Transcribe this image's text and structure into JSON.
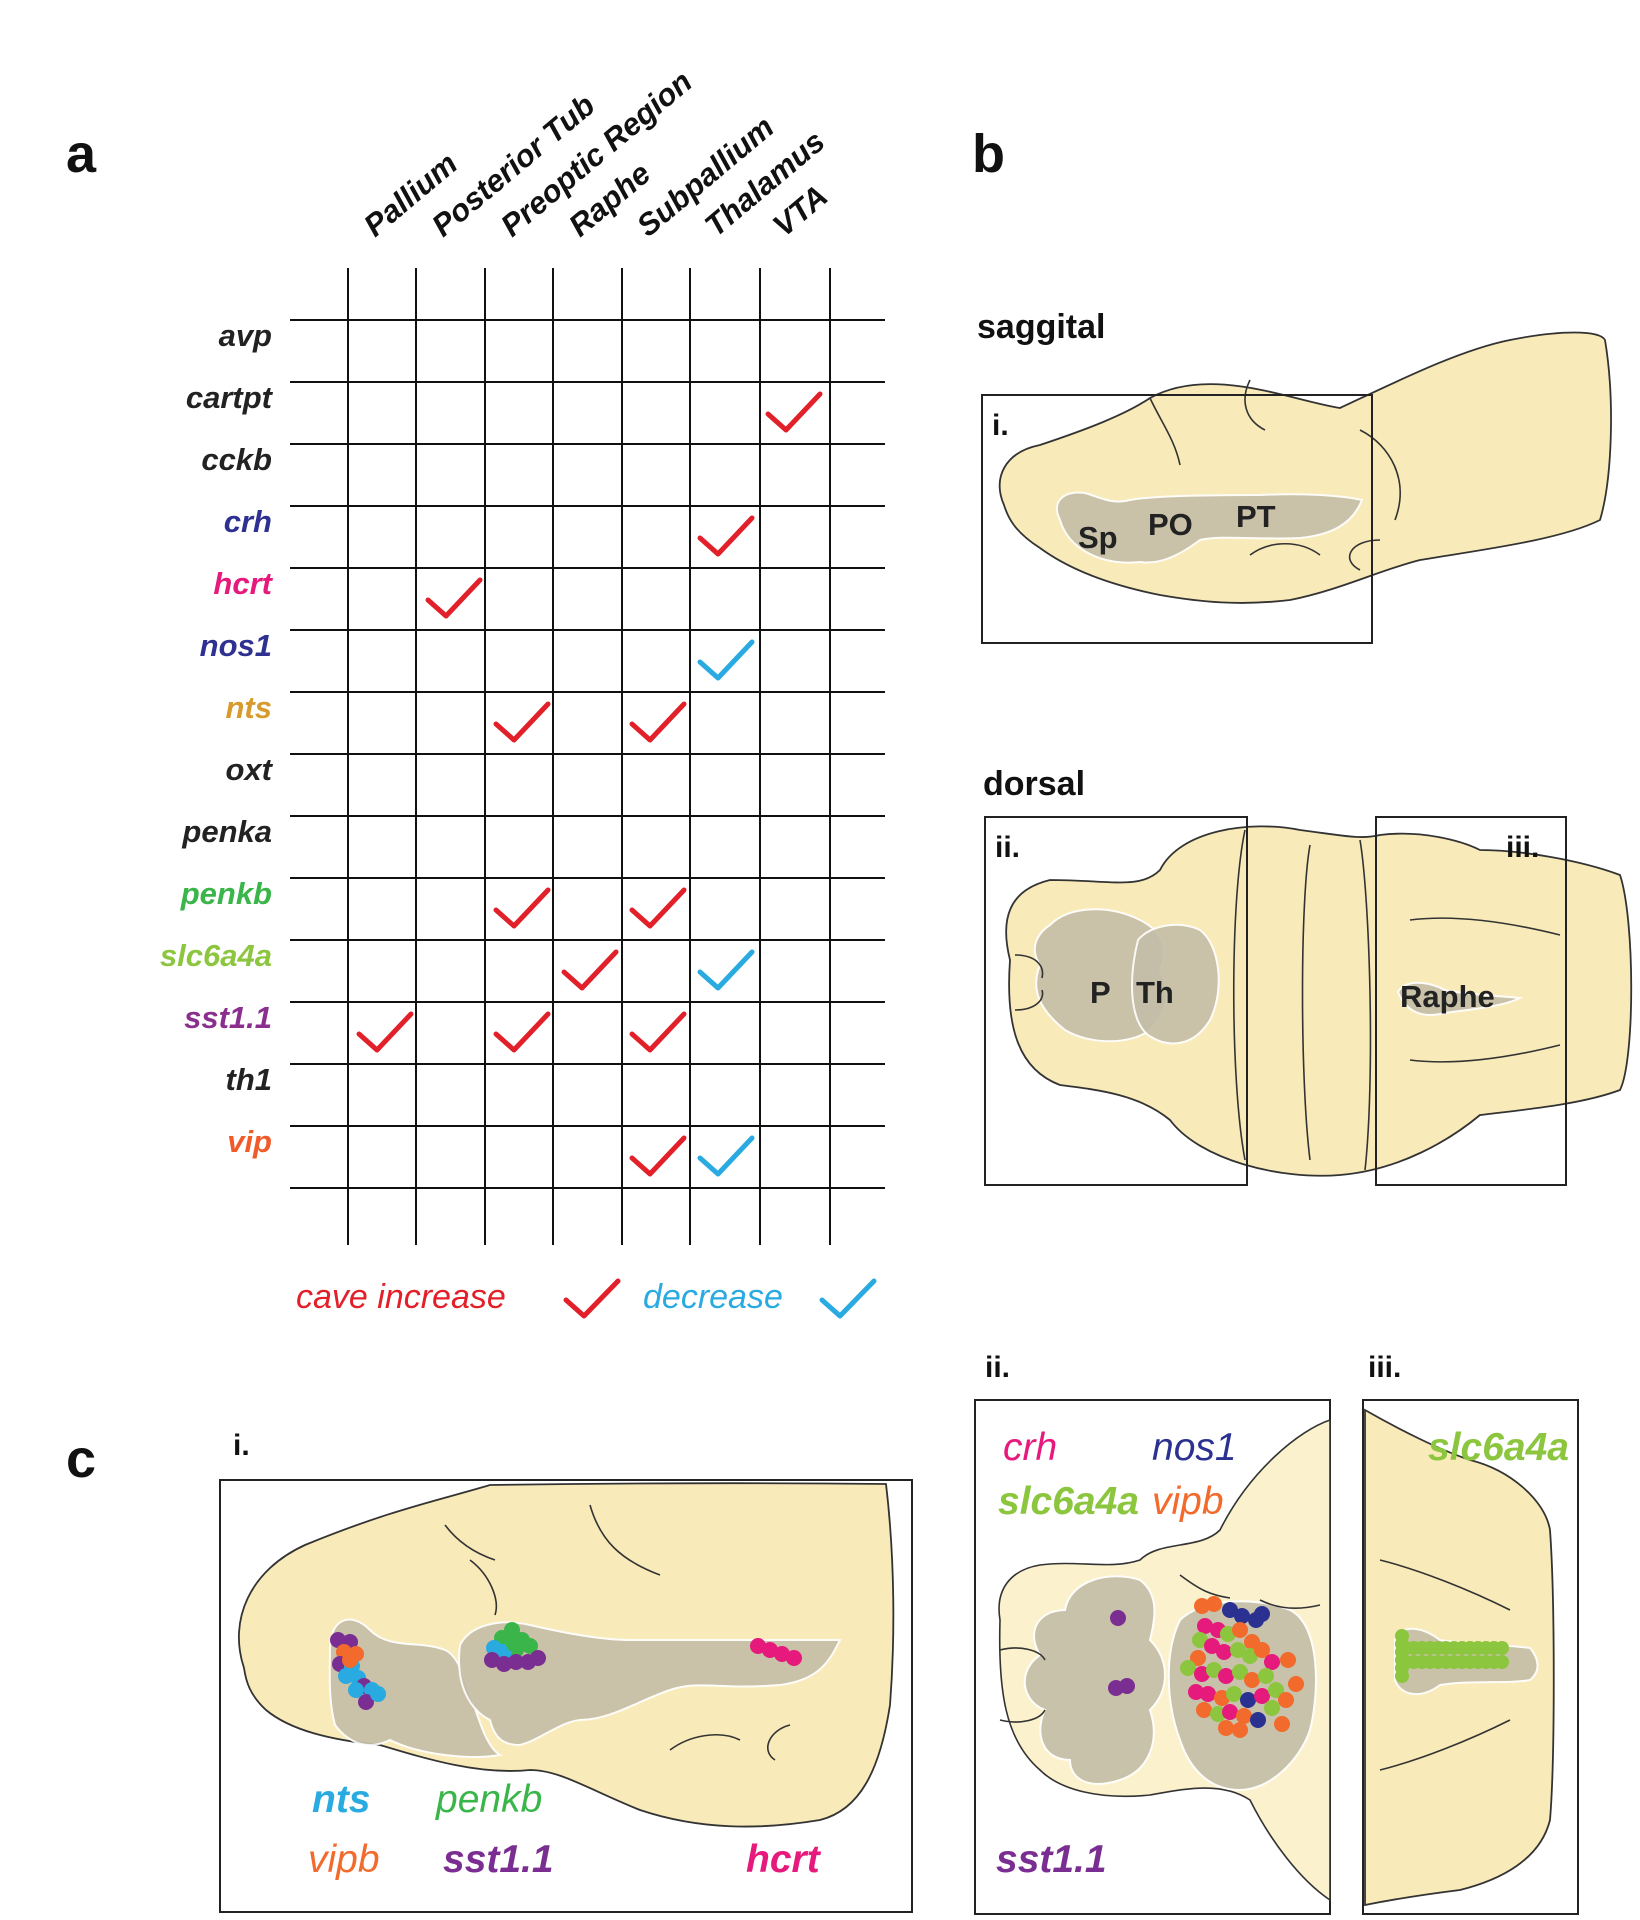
{
  "panels": {
    "a": "a",
    "b": "b",
    "c": "c"
  },
  "panel_a": {
    "regions": [
      "Pallium",
      "Posterior Tub",
      "Preoptic Region",
      "Raphe",
      "Subpallium",
      "Thalamus",
      "VTA"
    ],
    "genes": [
      {
        "name": "avp",
        "color": "#222222"
      },
      {
        "name": "cartpt",
        "color": "#222222"
      },
      {
        "name": "cckb",
        "color": "#222222"
      },
      {
        "name": "crh",
        "color": "#2e3192"
      },
      {
        "name": "hcrt",
        "color": "#e6197c"
      },
      {
        "name": "nos1",
        "color": "#2e3192"
      },
      {
        "name": "nts",
        "color": "#d69a2d"
      },
      {
        "name": "oxt",
        "color": "#222222"
      },
      {
        "name": "penka",
        "color": "#222222"
      },
      {
        "name": "penkb",
        "color": "#39b54a"
      },
      {
        "name": "slc6a4a",
        "color": "#8cc63f"
      },
      {
        "name": "sst1.1",
        "color": "#8b2f8f"
      },
      {
        "name": "th1",
        "color": "#222222"
      },
      {
        "name": "vip",
        "color": "#f15a29"
      }
    ],
    "marks": [
      {
        "gene": "cartpt",
        "region": "VTA",
        "change": "increase"
      },
      {
        "gene": "crh",
        "region": "Thalamus",
        "change": "increase"
      },
      {
        "gene": "hcrt",
        "region": "Posterior Tub",
        "change": "increase"
      },
      {
        "gene": "nos1",
        "region": "Thalamus",
        "change": "decrease"
      },
      {
        "gene": "nts",
        "region": "Preoptic Region",
        "change": "increase"
      },
      {
        "gene": "nts",
        "region": "Subpallium",
        "change": "increase"
      },
      {
        "gene": "penkb",
        "region": "Preoptic Region",
        "change": "increase"
      },
      {
        "gene": "penkb",
        "region": "Subpallium",
        "change": "increase"
      },
      {
        "gene": "slc6a4a",
        "region": "Raphe",
        "change": "increase"
      },
      {
        "gene": "slc6a4a",
        "region": "Thalamus",
        "change": "decrease"
      },
      {
        "gene": "sst1.1",
        "region": "Pallium",
        "change": "increase"
      },
      {
        "gene": "sst1.1",
        "region": "Preoptic Region",
        "change": "increase"
      },
      {
        "gene": "sst1.1",
        "region": "Subpallium",
        "change": "increase"
      },
      {
        "gene": "vip",
        "region": "Subpallium",
        "change": "increase"
      },
      {
        "gene": "vip",
        "region": "Thalamus",
        "change": "decrease"
      }
    ],
    "legend": {
      "increase_label": "cave increase",
      "decrease_label": "decrease",
      "increase_color": "#e2202a",
      "decrease_color": "#29aae1"
    }
  },
  "panel_b": {
    "saggital_label": "saggital",
    "dorsal_label": "dorsal",
    "box_i": "i.",
    "box_ii": "ii.",
    "box_iii": "iii.",
    "sp": "Sp",
    "po": "PO",
    "pt": "PT",
    "p": "P",
    "th": "Th",
    "raphe": "Raphe",
    "brain_fill": "#f8eab9",
    "region_fill": "#c4bda7"
  },
  "panel_c": {
    "i_label": "i.",
    "ii_label": "ii.",
    "iii_label": "iii.",
    "i_genes": {
      "nts": "nts",
      "vipb": "vipb",
      "penkb": "penkb",
      "sst": "sst1.1",
      "hcrt": "hcrt"
    },
    "ii_genes": {
      "crh": "crh",
      "nos1": "nos1",
      "slc6a4a": "slc6a4a",
      "vipb": "vipb",
      "sst": "sst1.1"
    },
    "iii_gene": "slc6a4a",
    "colors": {
      "nts": "#29aae1",
      "vipb": "#f26a2c",
      "penkb": "#3ab54a",
      "sst": "#7b2e91",
      "hcrt": "#e6197c",
      "crh": "#e6197c",
      "nos1": "#2b3190",
      "slc6a4a": "#8cc63f"
    }
  }
}
